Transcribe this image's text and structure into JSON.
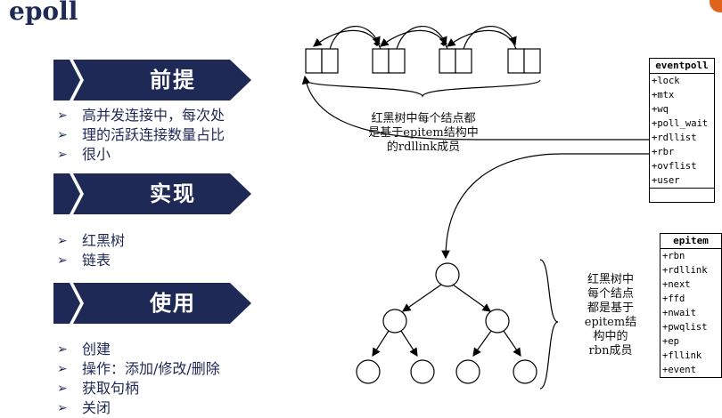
{
  "title": "epoll",
  "sections": [
    {
      "id": "premise",
      "label": "前提",
      "items": [
        "高并发连接中，每次处",
        "理的活跃连接数量占比",
        "很小"
      ]
    },
    {
      "id": "impl",
      "label": "实现",
      "items": [
        "红黑树",
        "链表"
      ]
    },
    {
      "id": "usage",
      "label": "使用",
      "items": [
        "创建",
        "操作：添加/修改/删除",
        "获取句柄",
        "关闭"
      ]
    }
  ],
  "eventpoll": {
    "name": "eventpoll",
    "fields": [
      "+lock",
      "+mtx",
      "+wq",
      "+poll_wait",
      "+rdllist",
      "+rbr",
      "+ovflist",
      "+user"
    ]
  },
  "epitem": {
    "name": "epitem",
    "fields": [
      "+rbn",
      "+rdllink",
      "+next",
      "+ffd",
      "+nwait",
      "+pwqlist",
      "+ep",
      "+fllink",
      "+event"
    ]
  },
  "notes": {
    "list_note": [
      "红黑树中每个结点都",
      "是基于epitem结构中",
      "的rdllink成员"
    ],
    "tree_note": [
      "红黑树中",
      "每个结点",
      "都是基于",
      "epitem结",
      "构中的",
      "rbn成员"
    ]
  },
  "colors": {
    "navy": "#1e2a55",
    "accent": "#e1621c"
  }
}
